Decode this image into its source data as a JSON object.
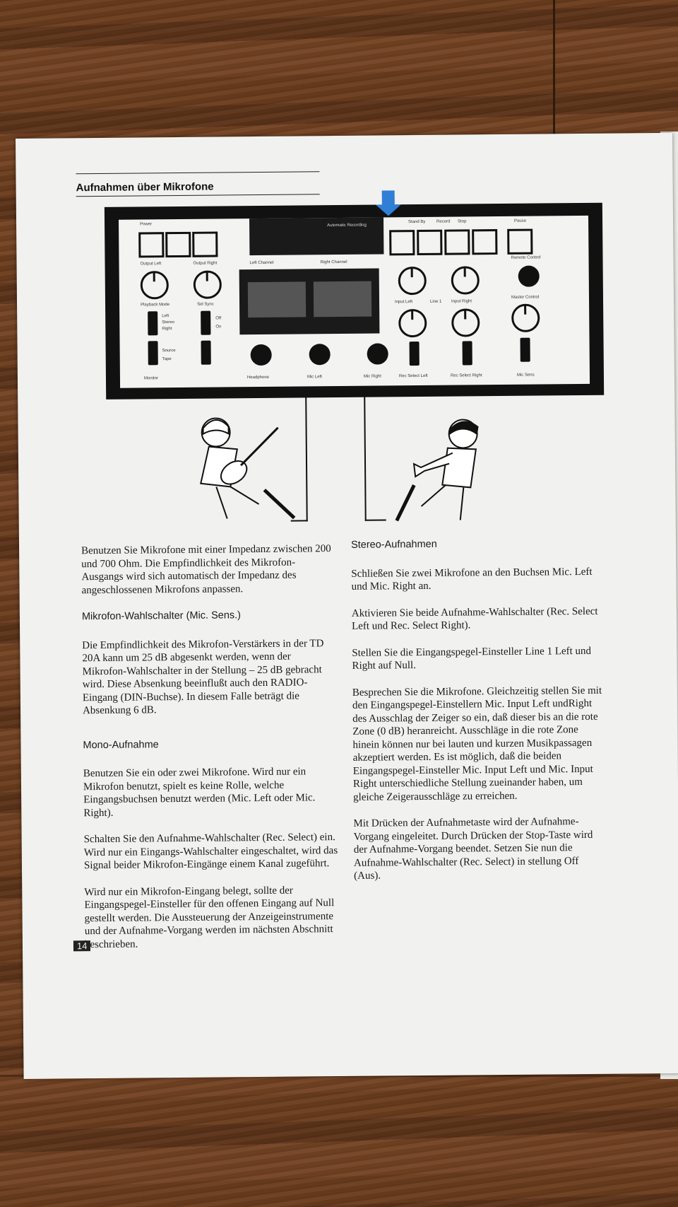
{
  "heading": "Aufnahmen über Mikrofone",
  "panel_labels": {
    "power": "Power",
    "output_left": "Output Left",
    "output_right": "Output Right",
    "playback_mode": "Playback Mode",
    "sel_sync": "Sel Sync",
    "left": "Left",
    "stereo": "Stereo",
    "right": "Right",
    "off": "Off",
    "on": "On",
    "source": "Source",
    "tape": "Tape",
    "monitor": "Monitor",
    "left_channel": "Left Channel",
    "right_channel": "Right Channel",
    "headphone": "Headphone",
    "mic_left": "Mic Left",
    "mic_right": "Mic Right",
    "automatic_recording": "Automatic Recording",
    "input_left": "Input Left",
    "input_right": "Input Right",
    "line1": "Line 1",
    "rec_select_left": "Rec Select Left",
    "rec_select_right": "Rec Select Right",
    "master_control": "Master Control",
    "remote_control": "Remote Control",
    "mic_sens": "Mic Sens",
    "stand_by": "Stand By",
    "record": "Record",
    "stop": "Stop",
    "pause": "Pause"
  },
  "left_column": {
    "intro": "Benutzen Sie Mikrofone mit einer Impedanz zwischen 200 und 700 Ohm. Die Empfindlichkeit des Mikrofon-Ausgangs wird sich automatisch der Impedanz des angeschlossenen Mikrofons anpassen.",
    "mic_sens_title": "Mikrofon-Wahlschalter (Mic. Sens.)",
    "mic_sens_text": "Die Empfindlichkeit des Mikrofon-Verstärkers in der TD 20A kann um 25 dB abgesenkt werden, wenn der Mikrofon-Wahlschalter in der Stellung – 25 dB gebracht wird. Diese Absenkung beeinflußt auch den RADIO-Eingang (DIN-Buchse). In diesem Falle beträgt die Absenkung 6 dB.",
    "mono_title": "Mono-Aufnahme",
    "mono_p1": "Benutzen Sie ein oder zwei Mikrofone. Wird nur ein Mikrofon benutzt, spielt es keine Rolle, welche Eingangsbuchsen benutzt werden (Mic. Left oder Mic. Right).",
    "mono_p2": "Schalten Sie den Aufnahme-Wahlschalter (Rec. Select) ein. Wird nur ein Eingangs-Wahlschalter eingeschaltet, wird das Signal beider Mikrofon-Eingänge einem Kanal zugeführt.",
    "mono_p3": "Wird nur ein Mikrofon-Eingang belegt, sollte der Eingangspegel-Einsteller für den offenen Eingang auf Null gestellt werden. Die Aussteuerung der Anzeigeinstrumente und der Aufnahme-Vorgang werden im nächsten Abschnitt beschrieben."
  },
  "right_column": {
    "stereo_title": "Stereo-Aufnahmen",
    "p1": "Schließen Sie zwei Mikrofone an den Buchsen Mic. Left und Mic. Right an.",
    "p2": "Aktivieren Sie beide Aufnahme-Wahlschalter (Rec. Select Left und Rec. Select Right).",
    "p3": "Stellen Sie die Eingangspegel-Einsteller Line 1 Left und Right auf Null.",
    "p4": "Besprechen Sie die Mikrofone. Gleichzeitig stellen Sie mit den Eingangspegel-Einstellern Mic. Input Left undRight des Ausschlag der Zeiger so ein, daß dieser bis an die rote Zone (0 dB) heranreicht. Ausschläge in die rote Zone hinein können nur bei lauten und kurzen Musikpassagen akzeptiert werden. Es ist möglich, daß die beiden Eingangspegel-Einsteller Mic. Input Left und Mic. Input Right unterschiedliche Stellung zueinander haben, um gleiche Zeigerausschläge zu erreichen.",
    "p5": "Mit Drücken der Aufnahmetaste wird der Aufnahme-Vorgang eingeleitet. Durch Drücken der Stop-Taste wird der Aufnahme-Vorgang beendet. Setzen Sie nun die Aufnahme-Wahlschalter (Rec. Select) in stellung Off (Aus)."
  },
  "page_number": "14",
  "colors": {
    "arrow": "#2f7fd6",
    "paper": "#f1f1ef",
    "wood": "#5a3319"
  }
}
